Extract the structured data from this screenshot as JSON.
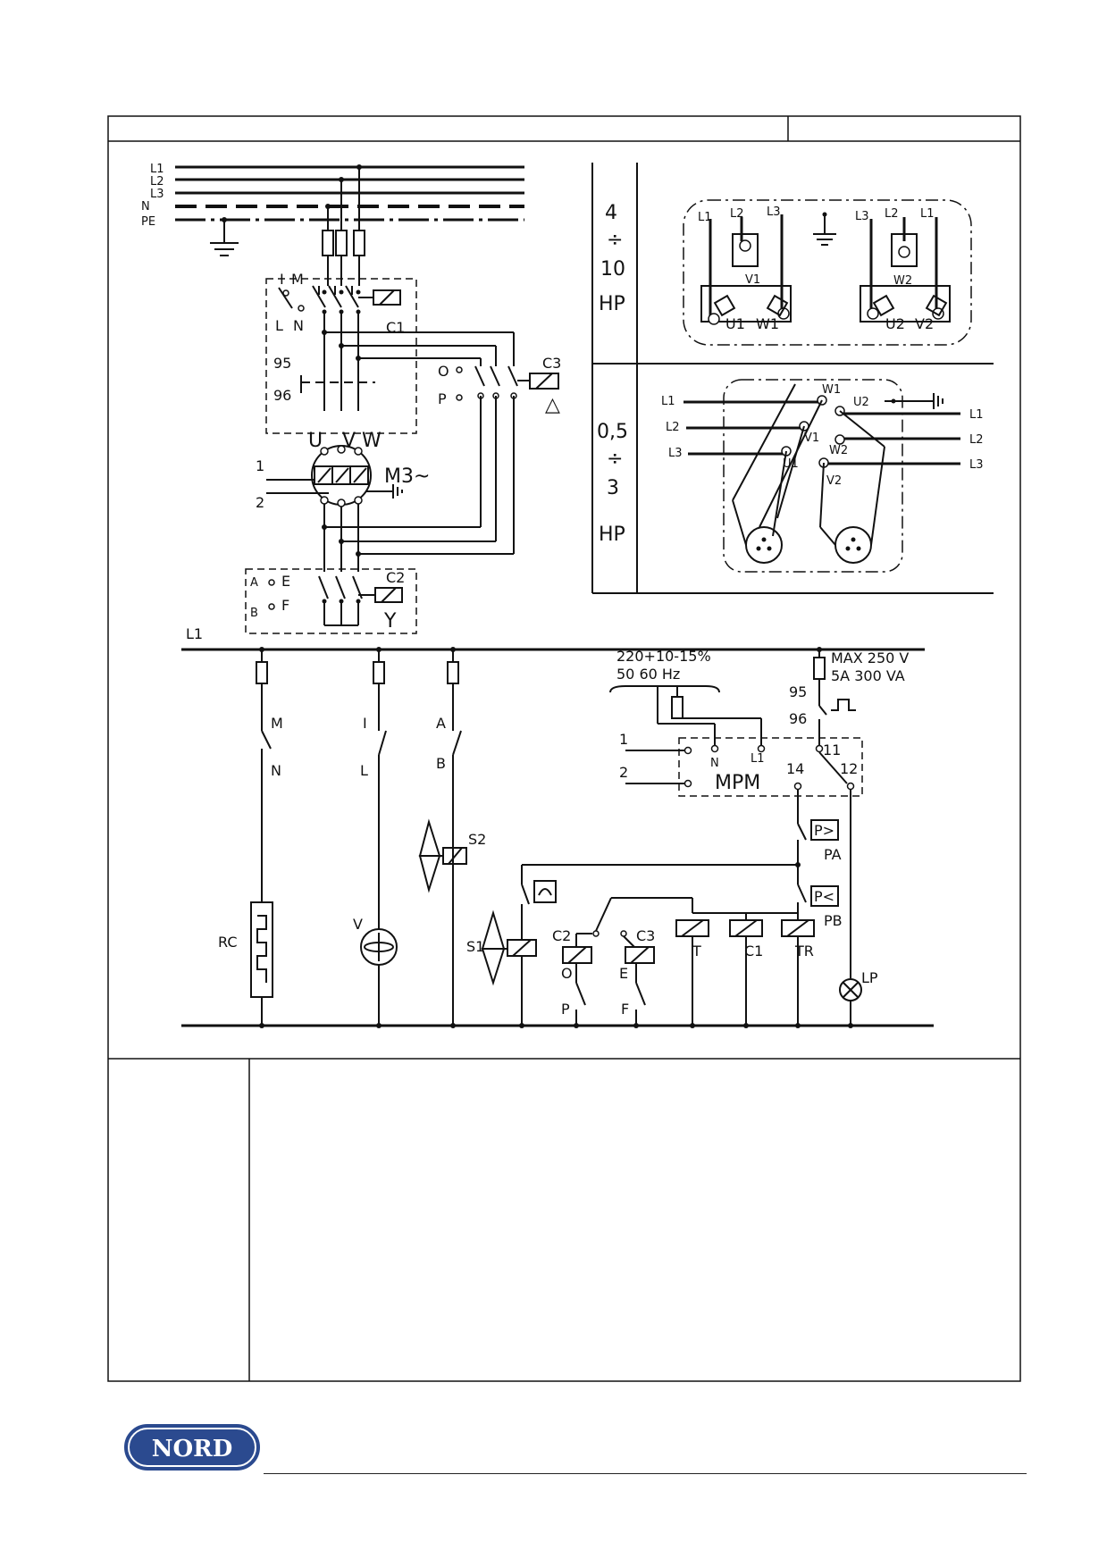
{
  "header": {
    "title_cell": "",
    "code_cell": ""
  },
  "notes_panel": {
    "left_cell": "",
    "right_cell": ""
  },
  "logo": {
    "text": "NORD",
    "colors": {
      "fill": "#2b4a8f",
      "text": "#ffffff"
    }
  },
  "supply": {
    "lines": [
      "L1",
      "L2",
      "L3",
      "N",
      "PE"
    ]
  },
  "power_circuit": {
    "contactor_main": {
      "contacts": [
        "I",
        "M",
        "L",
        "N"
      ],
      "coil": "C1"
    },
    "overload": [
      "95",
      "96"
    ],
    "delta_contactor": {
      "contacts": [
        "O",
        "P"
      ],
      "coil": "C3",
      "symbol": "△"
    },
    "motor": {
      "terminals_top": [
        "U",
        "V",
        "W"
      ],
      "label": "M3~",
      "thermistor_leads": [
        "1",
        "2"
      ]
    },
    "star_contactor": {
      "contacts": [
        "A",
        "E",
        "B",
        "F"
      ],
      "coil": "C2",
      "symbol": "Y"
    }
  },
  "terminal_box_top": {
    "power_range": [
      "4",
      "÷",
      "10",
      "HP"
    ],
    "left_labels": {
      "l1": "L1",
      "l2": "L2",
      "l3": "L3",
      "v": "V1",
      "u": "U1",
      "w": "W1"
    },
    "right_labels": {
      "l3": "L3",
      "l2": "L2",
      "l1": "L1",
      "w": "W2",
      "u": "U2",
      "v": "V2"
    }
  },
  "terminal_box_bottom": {
    "power_range": [
      "0,5",
      "÷",
      "3",
      "HP"
    ],
    "left_lines": [
      "L1",
      "L2",
      "L3"
    ],
    "right_lines": [
      "L1",
      "L2",
      "L3"
    ],
    "terminals": [
      "W1",
      "U2",
      "V1",
      "W2",
      "U1",
      "V2"
    ]
  },
  "control_circuit": {
    "line": "L1",
    "supply_spec": [
      "220+10-15%",
      "50 60 Hz"
    ],
    "relay_rating": [
      "MAX 250 V",
      "5A   300 VA"
    ],
    "overload_contacts": [
      "95",
      "96"
    ],
    "mpm": {
      "label": "MPM",
      "terminals": [
        "N",
        "L1",
        "11",
        "14",
        "12"
      ],
      "inputs": [
        "1",
        "2"
      ]
    },
    "switches": [
      {
        "top": "M",
        "bottom": "N"
      },
      {
        "top": "I",
        "bottom": "L"
      },
      {
        "top": "A",
        "bottom": "B"
      }
    ],
    "loads": {
      "rc": "RC",
      "v": "V",
      "s2": "S2",
      "s1": "S1",
      "c2": "C2",
      "c3": "C3",
      "o": "O",
      "e": "E",
      "p": "P",
      "f": "F",
      "t": "T",
      "c1": "C1",
      "tr": "TR",
      "pa": "PA",
      "pb": "PB",
      "pa_box": "P>",
      "pb_box": "P<",
      "lp": "LP"
    }
  }
}
